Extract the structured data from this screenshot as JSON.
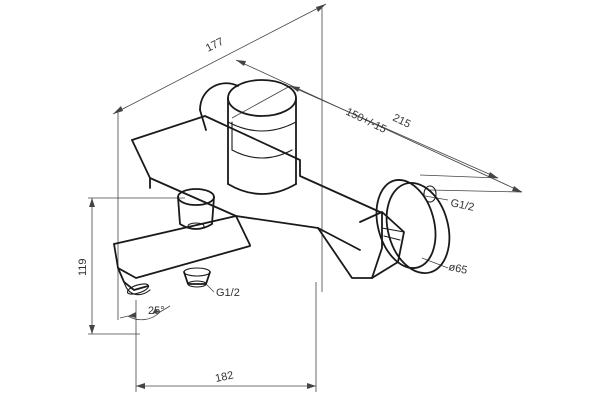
{
  "dimensions": {
    "width_top": "177",
    "length_total": "215",
    "length_adjust": "150+/-15",
    "height": "119",
    "spout_length": "182",
    "spout_angle": "25°",
    "thread_inlet": "G1/2",
    "thread_outlet": "G1/2",
    "rosette_diameter": "ø65"
  }
}
